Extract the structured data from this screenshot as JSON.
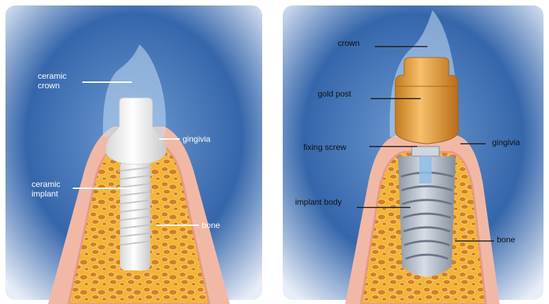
{
  "left": {
    "labels": {
      "crown_line1": "ceramic",
      "crown_line2": "crown",
      "gingivia": "gingivia",
      "implant_line1": "ceramic",
      "implant_line2": "implant",
      "bone": "bone"
    }
  },
  "right": {
    "labels": {
      "crown": "crown",
      "gold_post": "gold post",
      "fixing_screw": "fixing screw",
      "gingivia": "gingivia",
      "implant_body": "implant body",
      "bone": "bone"
    }
  },
  "colors": {
    "background_blue": "#2c5fa3",
    "gum_pink": "#f0b4a4",
    "bone_yellow": "#f0b432",
    "implant_white": "#f4f4f4",
    "gold": "#e8a33c",
    "titanium": "#a9b3c0",
    "crown_translucent": "#bcd7ee"
  }
}
